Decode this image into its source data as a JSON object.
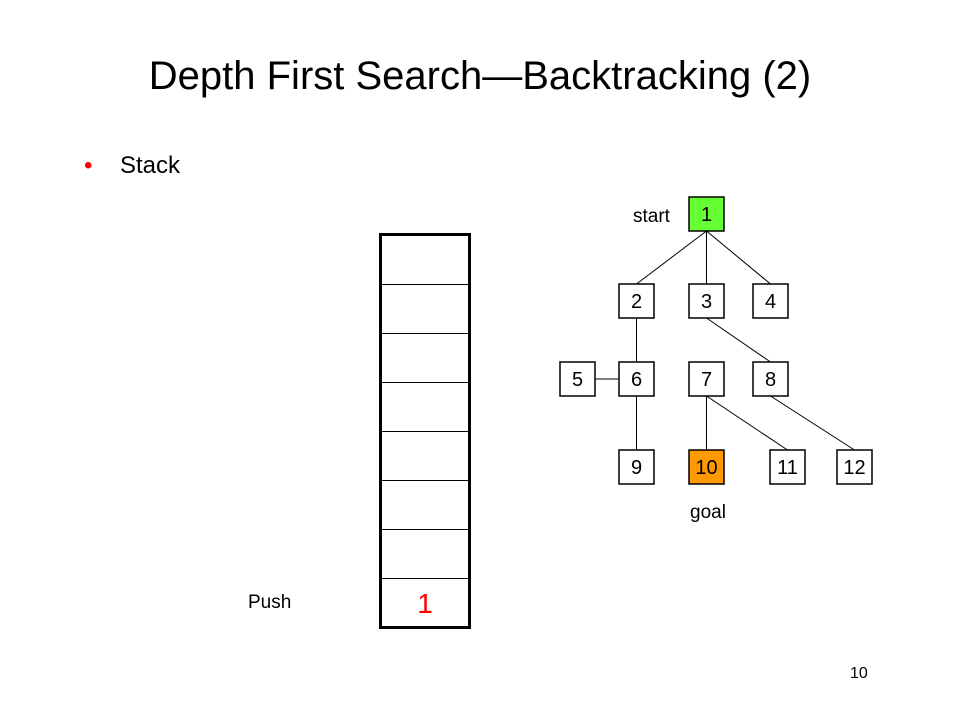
{
  "slide": {
    "title": "Depth First Search—Backtracking (2)",
    "bullet": "•",
    "bullet_text": "Stack",
    "bullet_color": "#ff0000",
    "page_number": "10"
  },
  "stack": {
    "cells": [
      "",
      "",
      "",
      "",
      "",
      "",
      "",
      "1"
    ],
    "action_label": "Push"
  },
  "tree": {
    "start_label": "start",
    "goal_label": "goal",
    "start_color": "#66ff33",
    "goal_color": "#ff9900",
    "nodes": [
      "1",
      "2",
      "3",
      "4",
      "5",
      "6",
      "7",
      "8",
      "9",
      "10",
      "11",
      "12"
    ],
    "edges": [
      [
        "1",
        "2"
      ],
      [
        "1",
        "3"
      ],
      [
        "1",
        "4"
      ],
      [
        "2",
        "6"
      ],
      [
        "3",
        "8"
      ],
      [
        "5",
        "6"
      ],
      [
        "6",
        "9"
      ],
      [
        "7",
        "10"
      ],
      [
        "7",
        "11"
      ],
      [
        "8",
        "12"
      ]
    ]
  }
}
